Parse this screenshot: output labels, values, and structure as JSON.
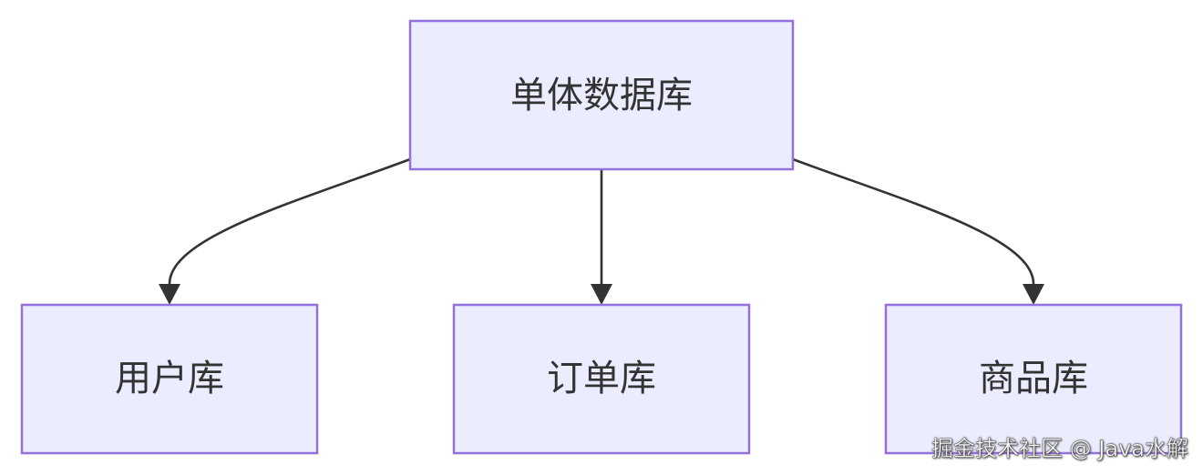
{
  "diagram": {
    "root": {
      "label": "单体数据库"
    },
    "children": [
      {
        "label": "用户库"
      },
      {
        "label": "订单库"
      },
      {
        "label": "商品库"
      }
    ]
  },
  "colors": {
    "node_fill": "#ececff",
    "node_border": "#9370db",
    "edge": "#333333",
    "text": "#333333"
  },
  "watermark": {
    "text": "掘金技术社区 @ Java水解"
  }
}
